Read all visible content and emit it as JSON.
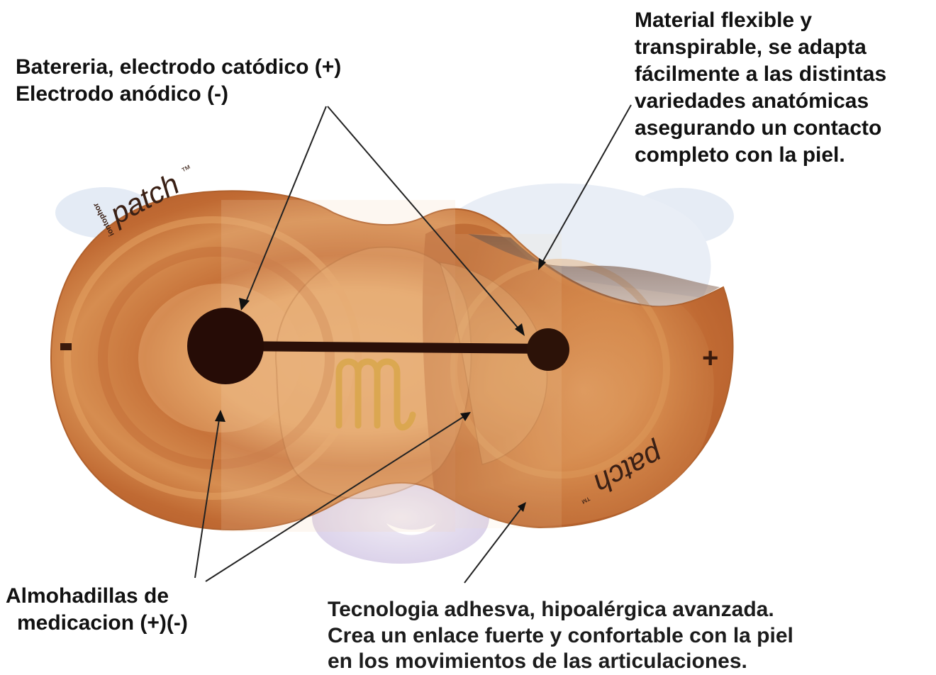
{
  "labels": {
    "battery_electrodes": {
      "line1": "Batereria, electrodo catódico (+)",
      "line2": "Electrodo anódico (-)"
    },
    "material": {
      "line1": "Material flexible y",
      "line2": "transpirable, se adapta",
      "line3": "fácilmente a las distintas",
      "line4": "variedades anatómicas",
      "line5": "asegurando un contacto",
      "line6": "completo con la piel."
    },
    "medication_pads": {
      "line1": "Almohadillas de",
      "line2": "medicacion (+)(-)"
    },
    "adhesive": {
      "line1": "Tecnologia adhesva, hipoalérgica avanzada.",
      "line2": "Crea un enlace fuerte y confortable con la piel",
      "line3": "en los movimientos de las articulaciones."
    }
  },
  "patch": {
    "brand": "patch",
    "brand_prefix": "iontophor",
    "brand_tm": "™",
    "minus_sign": "-",
    "plus_sign": "+"
  },
  "colors": {
    "patch_orange": "#c8763a",
    "patch_light": "#e2a568",
    "electrode_dark": "#2a0f08",
    "leader_line": "#222222",
    "shadow_blue": "#dde6f2",
    "shadow_lilac": "#e6dff0"
  }
}
